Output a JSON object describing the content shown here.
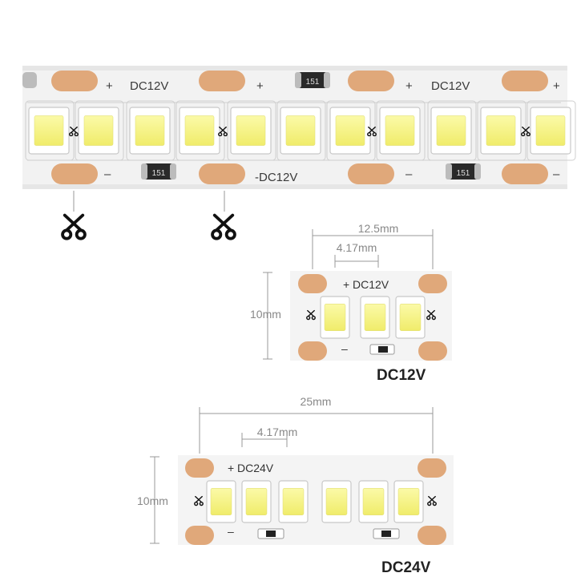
{
  "top_strip": {
    "labels": [
      "DC12V",
      "DC12V",
      "-DC12V"
    ],
    "plus": "+",
    "minus": "–",
    "resistor_code": "151"
  },
  "diagram_12v": {
    "width_label": "12.5mm",
    "pitch_label": "4.17mm",
    "height_label": "10mm",
    "voltage_text": "DC12V",
    "plus": "+",
    "minus": "–",
    "caption": "DC12V"
  },
  "diagram_24v": {
    "width_label": "25mm",
    "pitch_label": "4.17mm",
    "height_label": "10mm",
    "voltage_text": "DC24V",
    "plus": "+",
    "minus": "–",
    "caption": "DC24V"
  },
  "colors": {
    "pcb": "#f4f4f4",
    "copper_pad": "#e0a87a",
    "led_yellow": "#f6f38a",
    "led_frame": "#dcdcdc",
    "dimension_line": "#999999"
  }
}
